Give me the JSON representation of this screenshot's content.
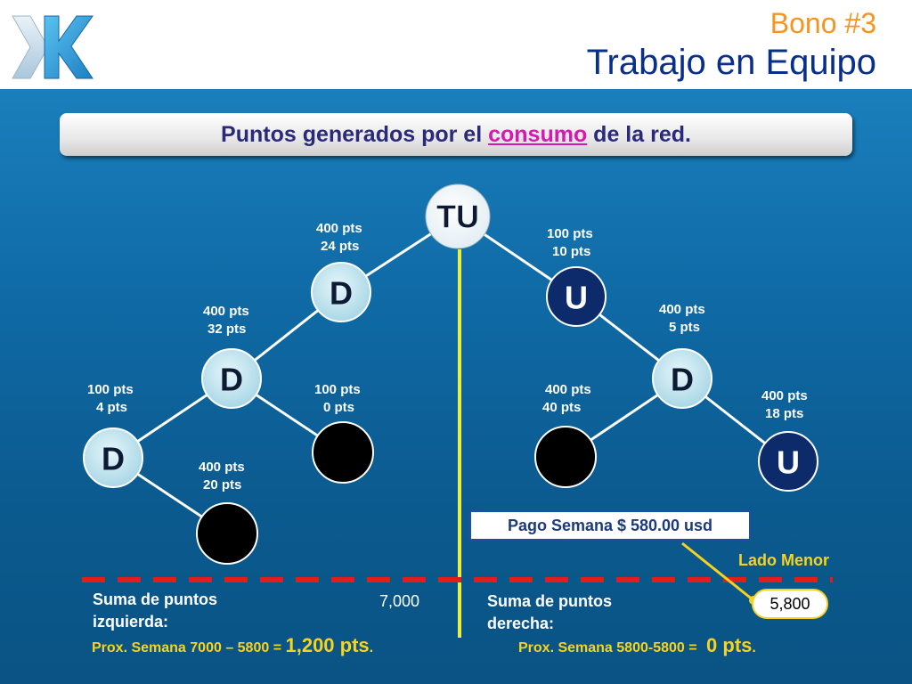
{
  "header": {
    "title_line1": "Bono #3",
    "title_line2": "Trabajo en Equipo",
    "logo_icon": "k-logo-icon"
  },
  "banner": {
    "text_before": "Puntos generados por el ",
    "highlight": "consumo",
    "text_after": " de la red."
  },
  "tree": {
    "root": "TU",
    "nodes": {
      "left_1": "D",
      "left_2": "D",
      "left_3": "D",
      "right_1": "U",
      "right_2": "D",
      "right_3": "U"
    },
    "labels": {
      "left_1": [
        "400 pts",
        "24 pts"
      ],
      "left_2": [
        "400 pts",
        "32 pts"
      ],
      "left_3": [
        "100 pts",
        "4 pts"
      ],
      "left_2_child": [
        "100 pts",
        "0 pts"
      ],
      "left_3_child": [
        "400 pts",
        "20 pts"
      ],
      "right_1": [
        "100 pts",
        "10 pts"
      ],
      "right_2": [
        "400 pts",
        "5 pts"
      ],
      "right_2_child": [
        "400 pts",
        "40 pts"
      ],
      "right_3": [
        "400 pts",
        "18 pts"
      ]
    }
  },
  "payment": {
    "label": "Pago Semana $ 580.00 usd"
  },
  "callout": {
    "label": "Lado Menor"
  },
  "left_sum": {
    "label_line1": "Suma de puntos",
    "label_line2": "izquierda:",
    "value": "7,000",
    "prox_text": "Prox. Semana 7000 – 5800 = ",
    "prox_result": "1,200 pts",
    "prox_end": "."
  },
  "right_sum": {
    "label_line1": "Suma de puntos",
    "label_line2": "derecha:",
    "value": "5,800",
    "prox_text": "Prox. Semana 5800-5800 = ",
    "prox_result": "0 pts",
    "prox_end": "."
  },
  "colors": {
    "node_light": "#c9eaf2",
    "node_dark": "#0d2b6b",
    "node_empty": "#000000",
    "accent_yellow": "#f7d21e",
    "divider_red": "#e31c1c",
    "title_orange": "#f7941d",
    "title_blue": "#0a2f8a",
    "highlight_magenta": "#d619b0"
  }
}
